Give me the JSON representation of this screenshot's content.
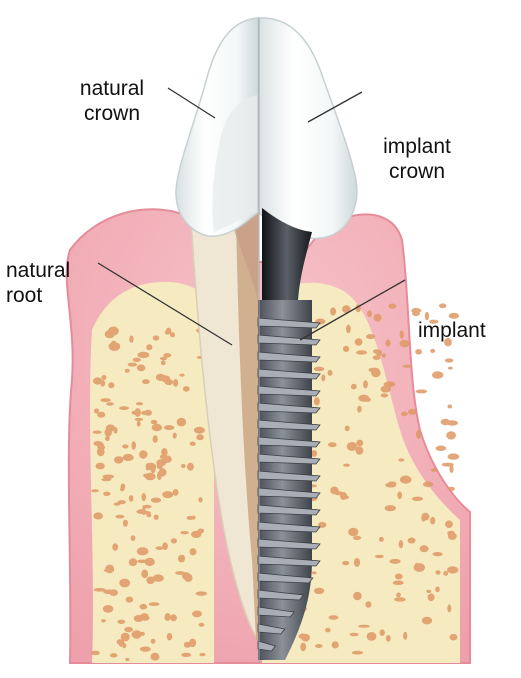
{
  "labels": {
    "natural_crown": [
      "natural",
      "crown"
    ],
    "implant_crown": [
      "implant",
      "crown"
    ],
    "natural_root": [
      "natural",
      "root"
    ],
    "implant": "implant"
  },
  "colors": {
    "gum": "#f2aeb6",
    "gum_edge": "#e98e9b",
    "bone": "#f7ecc3",
    "bone_pore": "#e2996a",
    "crown": "#f5f8f8",
    "dentin": "#efe8d4",
    "implant_metal": "#6b6f77",
    "abutment": "#2a2d33",
    "leader": "#333333"
  }
}
